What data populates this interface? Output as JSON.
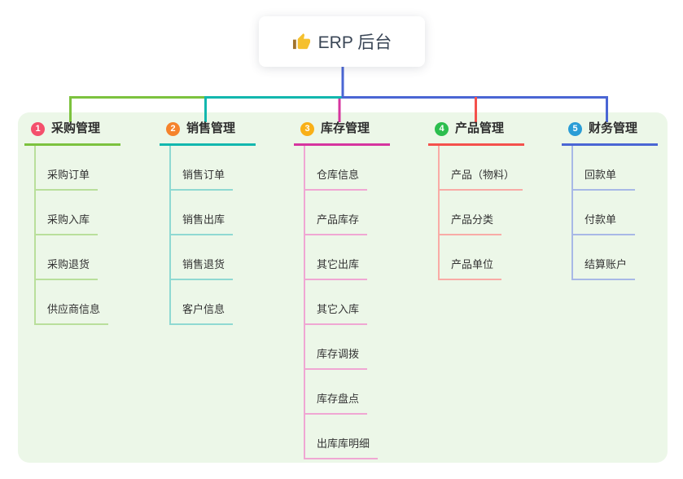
{
  "root": {
    "label": "ERP 后台",
    "icon": "thumbs-up",
    "line_color": "#4a66d4"
  },
  "panel_color": "#ecf7e8",
  "branches": [
    {
      "index": "1",
      "label": "采购管理",
      "badge_color": "#f4506c",
      "color": "#7cc23e",
      "color_light": "#b9df9b",
      "children": [
        "采购订单",
        "采购入库",
        "采购退货",
        "供应商信息"
      ]
    },
    {
      "index": "2",
      "label": "销售管理",
      "badge_color": "#f5832c",
      "color": "#12b7ae",
      "color_light": "#8fd9d2",
      "children": [
        "销售订单",
        "销售出库",
        "销售退货",
        "客户信息"
      ]
    },
    {
      "index": "3",
      "label": "库存管理",
      "badge_color": "#f9b017",
      "color": "#d6359f",
      "color_light": "#f0a7d3",
      "children": [
        "仓库信息",
        "产品库存",
        "其它出库",
        "其它入库",
        "库存调拨",
        "库存盘点",
        "出库库明细"
      ]
    },
    {
      "index": "4",
      "label": "产品管理",
      "badge_color": "#2cbe4e",
      "color": "#f4514c",
      "color_light": "#f9aba6",
      "children": [
        "产品（物料）",
        "产品分类",
        "产品单位"
      ]
    },
    {
      "index": "5",
      "label": "财务管理",
      "badge_color": "#2a9dd6",
      "color": "#4a66d4",
      "color_light": "#a8b8e6",
      "children": [
        "回款单",
        "付款单",
        "结算账户"
      ]
    }
  ]
}
